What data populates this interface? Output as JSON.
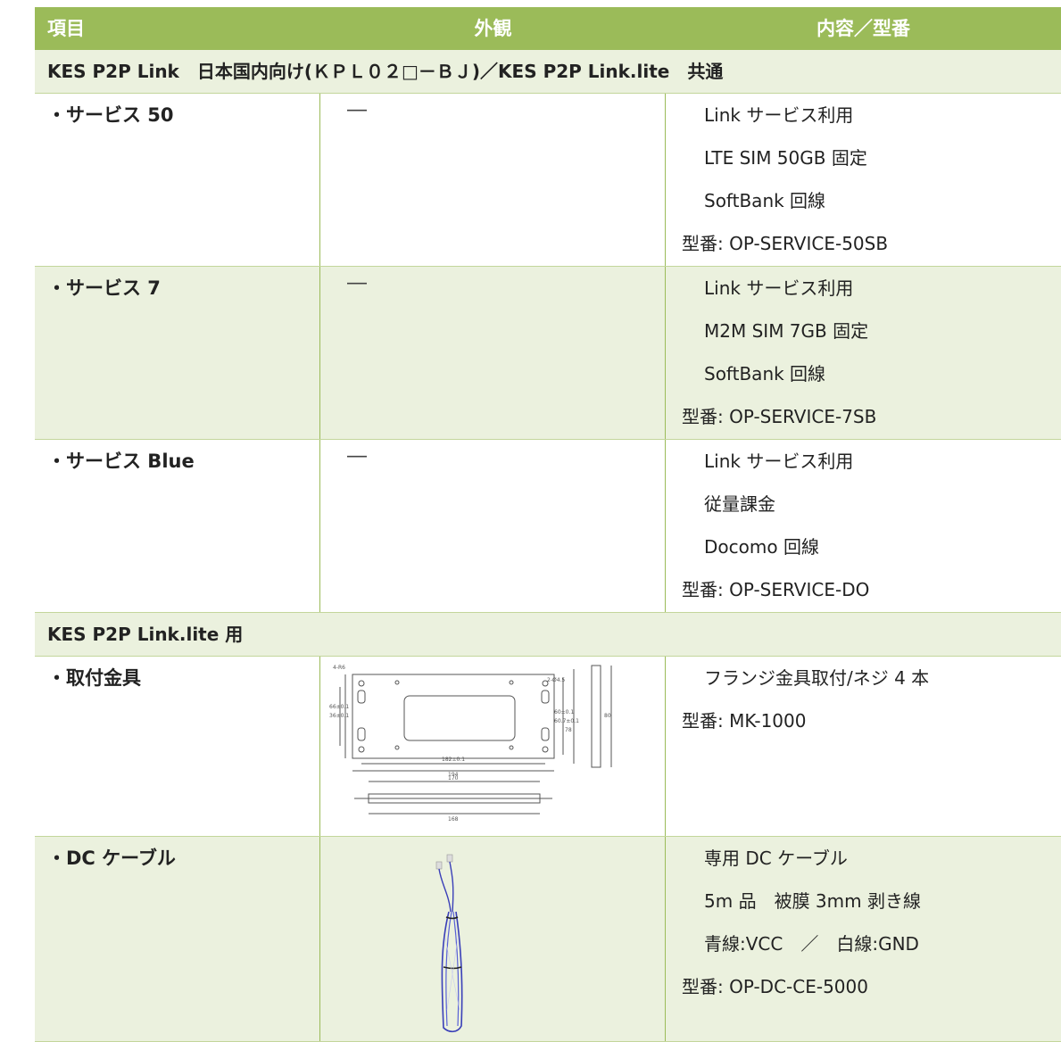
{
  "header": {
    "col1": "項目",
    "col2": "外観",
    "col3": "内容／型番"
  },
  "section1_title": "KES P2P Link　日本国内向け(ＫＰＬ０２□－ＢＪ)／KES P2P Link.lite　共通",
  "section2_title": "KES P2P Link.lite 用",
  "rows": [
    {
      "item": "・サービス  50",
      "appearance": "―",
      "lines": [
        "Link サービス利用",
        "LTE SIM 50GB  固定",
        "SoftBank 回線"
      ],
      "model": "型番: OP-SERVICE-50SB"
    },
    {
      "item": "・サービス  7",
      "appearance": "―",
      "lines": [
        "Link サービス利用",
        "M2M SIM 7GB  固定",
        "SoftBank 回線"
      ],
      "model": "型番: OP-SERVICE-7SB"
    },
    {
      "item": "・サービス  Blue",
      "appearance": "―",
      "lines": [
        "Link サービス利用",
        "従量課金",
        "Docomo 回線"
      ],
      "model": "型番: OP-SERVICE-DO"
    },
    {
      "item": "・取付金具",
      "lines": [
        "フランジ金具取付/ネジ 4 本"
      ],
      "model": "型番: MK-1000"
    },
    {
      "item": "・DC ケーブル",
      "lines": [
        "専用 DC ケーブル",
        "5m 品　被膜 3mm 剥き線",
        "青線:VCC　／　白線:GND"
      ],
      "model": "型番: OP-DC-CE-5000"
    }
  ],
  "drawing_labels": {
    "holes": "4-R6",
    "dim_width_inner": "182±0.1",
    "dim_width": "194",
    "dim_side_top": "170",
    "dim_side_bottom": "168",
    "dim_hole": "2-Ø4.5",
    "dim_h1": "60±0.1",
    "dim_h2": "60.7±0.1",
    "dim_h3": "78",
    "dim_h4": "80",
    "dim_left1": "66±0.1",
    "dim_left2": "36±0.1"
  },
  "colors": {
    "header_bg": "#9BBB59",
    "alt_row_bg": "#EBF1DE",
    "cable_blue": "#3a3fb8"
  }
}
